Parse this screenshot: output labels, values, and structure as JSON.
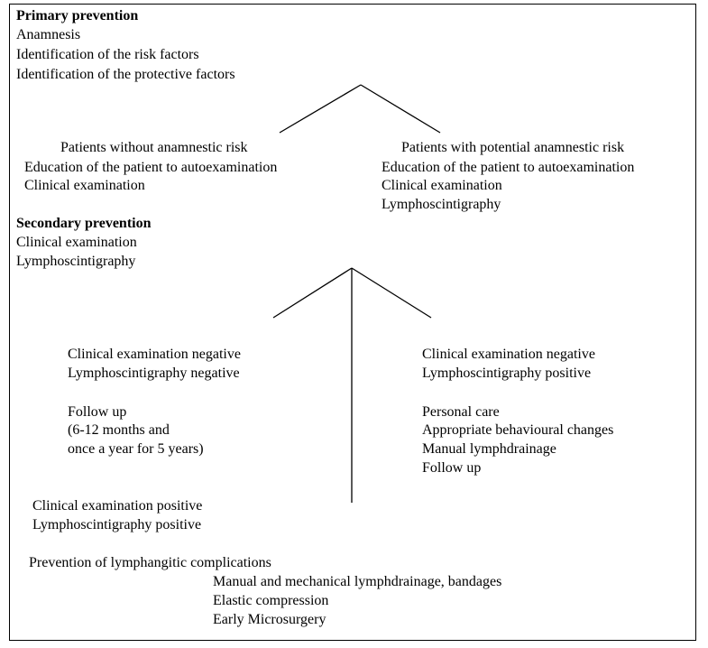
{
  "primary": {
    "heading": "Primary prevention",
    "items": [
      "Anamnesis",
      "Identification of the risk factors",
      "Identification of the protective factors"
    ]
  },
  "without_risk": {
    "title": "Patients without anamnestic risk",
    "items": [
      "Education of the patient to autoexamination",
      "Clinical examination"
    ]
  },
  "with_risk": {
    "title": "Patients with potential anamnestic risk",
    "items": [
      "Education of the patient to autoexamination",
      "Clinical  examination",
      "Lymphoscintigraphy"
    ]
  },
  "secondary": {
    "heading": "Secondary prevention",
    "items": [
      "Clinical examination",
      "Lymphoscintigraphy"
    ]
  },
  "neg_neg": {
    "items": [
      "Clinical examination negative",
      "Lymphoscintigraphy negative"
    ],
    "follow_up": [
      "Follow up",
      "(6-12 months and",
      "once a year for 5 years)"
    ]
  },
  "neg_pos": {
    "items": [
      "Clinical examination negative",
      "Lymphoscintigraphy positive"
    ],
    "care": [
      "Personal care",
      "Appropriate behavioural changes",
      "Manual lymphdrainage",
      "Follow up"
    ]
  },
  "pos_pos": {
    "items": [
      "Clinical examination positive",
      "Lymphoscintigraphy positive"
    ]
  },
  "complications": {
    "title": "Prevention of lymphangitic complications",
    "items": [
      "Manual and mechanical lymphdrainage, bandages",
      "Elastic compression",
      "Early Microsurgery"
    ]
  }
}
